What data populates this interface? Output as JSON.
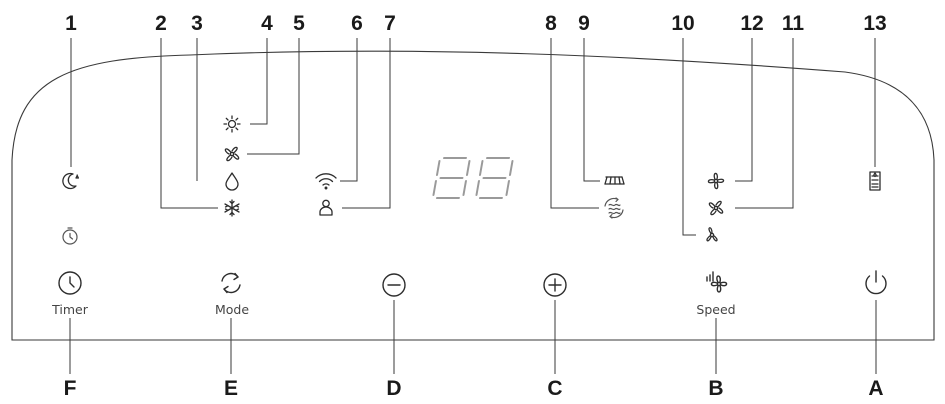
{
  "callouts": {
    "n1": "1",
    "n2": "2",
    "n3": "3",
    "n4": "4",
    "n5": "5",
    "n6": "6",
    "n7": "7",
    "n8": "8",
    "n9": "9",
    "n10": "10",
    "n11": "11",
    "n12": "12",
    "n13": "13",
    "lA": "A",
    "lB": "B",
    "lC": "C",
    "lD": "D",
    "lE": "E",
    "lF": "F"
  },
  "buttons": {
    "timer": "Timer",
    "mode": "Mode",
    "speed": "Speed"
  },
  "icons": {
    "sleep": "moon-star-icon",
    "cool": "snowflake-icon",
    "dry": "water-drop-icon",
    "heat": "sun-icon",
    "fan": "fan-icon",
    "wifi": "wifi-icon",
    "person": "person-icon",
    "swing": "swing-icon",
    "louver": "louver-icon",
    "fan_high": "fan-high-icon",
    "fan_mid": "fan-mid-icon",
    "fan_low": "fan-low-icon",
    "tank": "water-tank-icon",
    "timer_indicator": "timer-indicator-icon",
    "timer_button": "clock-icon",
    "mode_button": "cycle-icon",
    "minus_button": "minus-icon",
    "plus_button": "plus-icon",
    "speed_button": "fan-speed-icon",
    "power_button": "power-icon"
  },
  "display": {
    "digits": "88"
  }
}
